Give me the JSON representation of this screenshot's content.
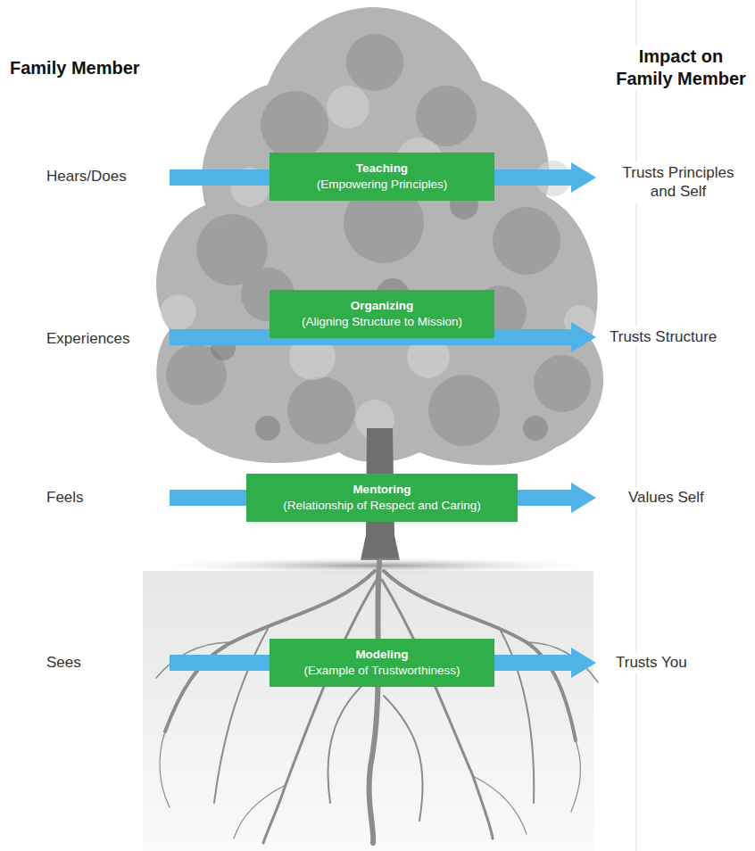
{
  "diagram": {
    "nodes": [
      {
        "text": [
          "Teaching",
          "(Empowering Principles)"
        ]
      },
      {
        "text": [
          "Organizing",
          "(Aligning Structure to Mission)"
        ]
      },
      {
        "text": [
          "Mentoring",
          "(Relationship of Respect and Caring)"
        ]
      },
      {
        "text": [
          "Modeling",
          "(Example of Trustworthiness)"
        ]
      }
    ],
    "labels": [
      "Family Member",
      "Impact on Family Member",
      "Hears/Does",
      "Trusts Principles and Self",
      "Experiences",
      "Trusts Structure",
      "Feels",
      "Values Self",
      "Sees",
      "Trusts You"
    ]
  }
}
